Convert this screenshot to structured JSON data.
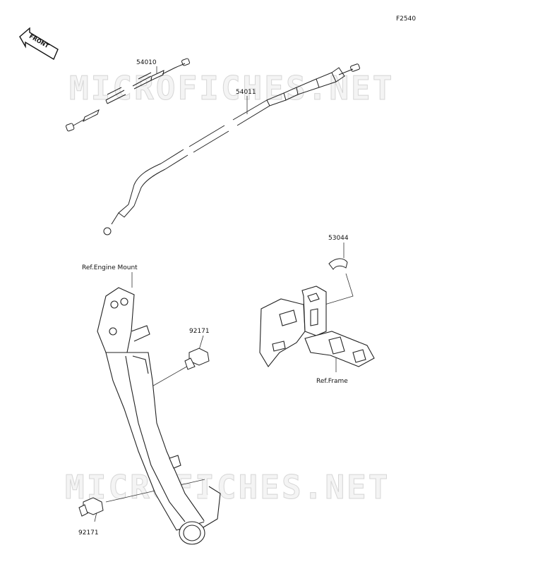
{
  "figure_code": "F2540",
  "front_label": "FRONT",
  "watermark": "MICROFICHES.NET",
  "parts": {
    "p54010": "54010",
    "p54011": "54011",
    "p53044": "53044",
    "p92171_top": "92171",
    "p92171_bottom": "92171"
  },
  "refs": {
    "engine_mount": "Ref.Engine Mount",
    "frame": "Ref.Frame"
  }
}
